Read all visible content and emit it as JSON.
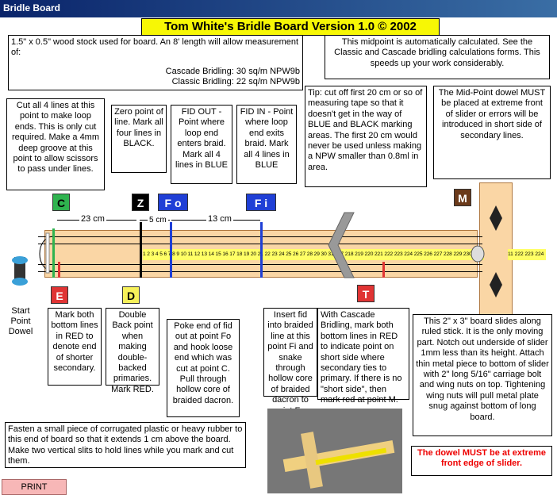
{
  "window": {
    "title": "Bridle Board"
  },
  "banner": {
    "title": "Tom White's Bridle Board Version 1.0  © 2002"
  },
  "notes": {
    "wood_stock": "1.5\" x 0.5\" wood stock used for board.  An 8' length will allow measurement of:",
    "cascade_line": "Cascade Bridling: 30 sq/m NPW9b",
    "classic_line": "Classic Bridling: 22 sq/m NPW9b",
    "midpoint": "This midpoint is automatically calculated.  See the Classic and Cascade bridling calculations forms. This speeds up your work considerably.",
    "cut_lines": "Cut all 4 lines at this point to make loop ends. This is only cut required. Make a 4mm deep groove at this point to allow scissors to pass under lines.",
    "zero_point": "Zero point of line. Mark all four lines in BLACK.",
    "fid_out": "FID OUT - Point where loop end enters braid. Mark all 4 lines in BLUE",
    "fid_in": "FID IN - Point where loop end exits braid.  Mark all 4 lines in BLUE",
    "tip": "Tip: cut off first 20 cm or so of measuring tape so that it doesn't get in the way of BLUE and BLACK marking areas. The first 20 cm would never be used unless making a NPW smaller than 0.8ml in area.",
    "midpoint_dowel": "The Mid-Point dowel MUST be placed at extreme front of slider or errors will be introduced in short side of secondary lines.",
    "start_point": "Start Point Dowel",
    "mark_e": "Mark both bottom lines in RED to denote end of shorter secondary.",
    "double_back": "Double Back point when making double-backed primaries. Mark RED.",
    "poke_fid": "Poke end of fid out at point Fo and hook loose end which was cut at point C. Pull through hollow core of braided dacron.",
    "insert_fid": "Insert fid into braided line at this point Fi and snake through hollow core of braided dacron to point Fo.",
    "cascade_mark": "With Cascade Bridling, mark both bottom lines in RED to indicate point on short side where secondary ties to primary.  If there is no \"short side\", then mark red at point M.",
    "slider_board": "This 2\" x 3\" board slides along ruled stick.  It is the only moving part. Notch out underside of slider 1mm less than its height.  Attach thin metal piece to bottom of slider with 2\" long 5/16\" carriage bolt and wing nuts on top.  Tightening wing nuts will pull metal plate snug against bottom of long board.",
    "fasten": "Fasten a small piece of corrugated plastic or heavy rubber to this end of board so that it extends 1 cm above the board. Make two vertical slits to hold lines while you mark and cut them.",
    "warning": "The dowel MUST be at extreme front edge of slider."
  },
  "markers": {
    "c": "C",
    "z": "Z",
    "fo": "F o",
    "fi": "F i",
    "m": "M",
    "e": "E",
    "d": "D",
    "t": "T"
  },
  "dimensions": {
    "c_to_z": "23 cm",
    "z_to_fo": "5 cm",
    "fo_to_fi": "13 cm"
  },
  "tape": {
    "main": "1 2 3 4 5 6 7 8 9 10 11 12 13 14 15 16 17 18 19 20 21 22 23 24 25 26 27 28 29 30 31 217 218 219 220 221 222 223 224 225 226 227 228 229 230",
    "tail": "11 222 223 224"
  },
  "buttons": {
    "print": "PRINT"
  },
  "colors": {
    "banner": "#f7f705",
    "wood": "#fad6a5",
    "c": "#2fb34f",
    "z": "#000000",
    "f": "#1f3fd6",
    "m": "#6b3a1a",
    "e": "#e03434",
    "d": "#f7f15a",
    "t": "#e03434"
  }
}
